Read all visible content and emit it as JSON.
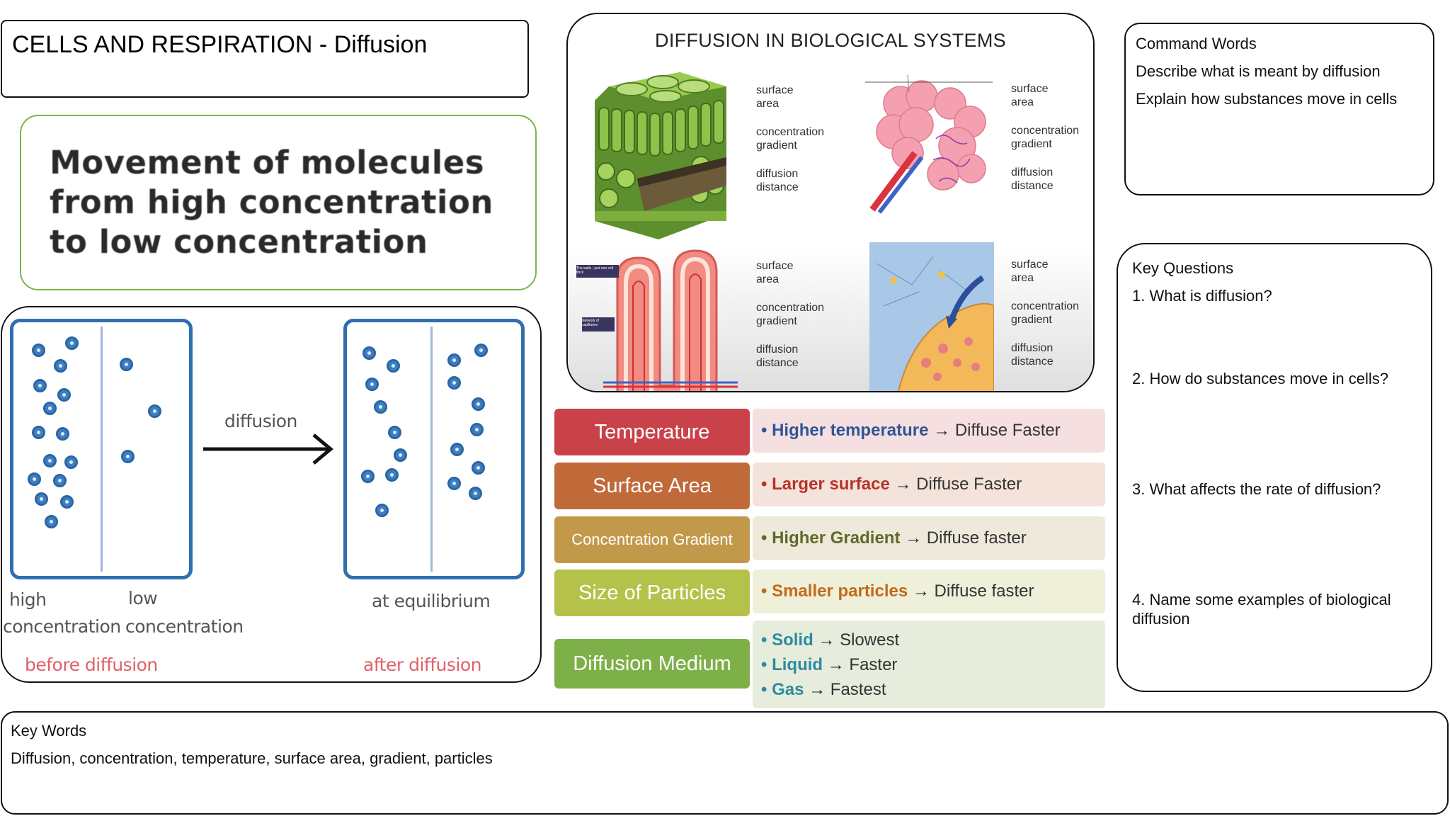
{
  "title": "CELLS AND RESPIRATION - Diffusion",
  "definition": {
    "lines": [
      "Movement of molecules",
      "from high concentration",
      "to low concentration"
    ]
  },
  "particle_diagram": {
    "arrow_label": "diffusion",
    "left_labels": {
      "high_1": "high",
      "high_2": "concentration",
      "low_1": "low",
      "low_2": "concentration",
      "stage": "before diffusion"
    },
    "right_labels": {
      "equilibrium": "at equilibrium",
      "stage": "after diffusion"
    }
  },
  "bio_systems": {
    "heading": "DIFFUSION IN BIOLOGICAL SYSTEMS",
    "panel_labels": {
      "surface_1": "surface",
      "surface_2": "area",
      "conc_1": "concentration",
      "conc_2": "gradient",
      "dist_1": "diffusion",
      "dist_2": "distance"
    },
    "villi_note_1": "The walls - just one cell thick",
    "villi_note_2": "Network of capillaries"
  },
  "factors": [
    {
      "name": "Temperature",
      "key_color": "#c9424a",
      "val_bg": "#f6dfe0",
      "accent": "#2f5597",
      "bold": "Higher temperature",
      "rest": "Diffuse Faster"
    },
    {
      "name": "Surface Area",
      "key_color": "#c06a3a",
      "val_bg": "#f4e3da",
      "accent": "#b5342a",
      "bold": "Larger surface",
      "rest": "Diffuse Faster"
    },
    {
      "name": "Concentration Gradient",
      "key_color": "#c2994a",
      "val_bg": "#efe9dc",
      "accent": "#5d6b2a",
      "bold": "Higher Gradient",
      "rest": "Diffuse faster"
    },
    {
      "name": "Size of Particles",
      "key_color": "#b4c24a",
      "val_bg": "#eef0da",
      "accent": "#c26a1a",
      "bold": "Smaller particles",
      "rest": "Diffuse faster"
    },
    {
      "name": "Diffusion Medium",
      "key_color": "#7eb04a",
      "val_bg": "#e6eddc",
      "accent": "#2f8aa0",
      "items": [
        {
          "bold": "Solid",
          "rest": "Slowest"
        },
        {
          "bold": "Liquid",
          "rest": "Faster"
        },
        {
          "bold": "Gas",
          "rest": "Fastest"
        }
      ]
    }
  ],
  "command_words": {
    "heading": "Command Words",
    "items": [
      "Describe what is meant by diffusion",
      "Explain how substances move in cells"
    ]
  },
  "key_questions": {
    "heading": "Key Questions",
    "items": [
      "1. What is diffusion?",
      "2. How do substances move in cells?",
      "3. What affects the rate of diffusion?",
      "4. Name some examples of biological diffusion"
    ]
  },
  "key_words": {
    "heading": "Key Words",
    "text": "Diffusion, concentration, temperature, surface area, gradient, particles"
  }
}
